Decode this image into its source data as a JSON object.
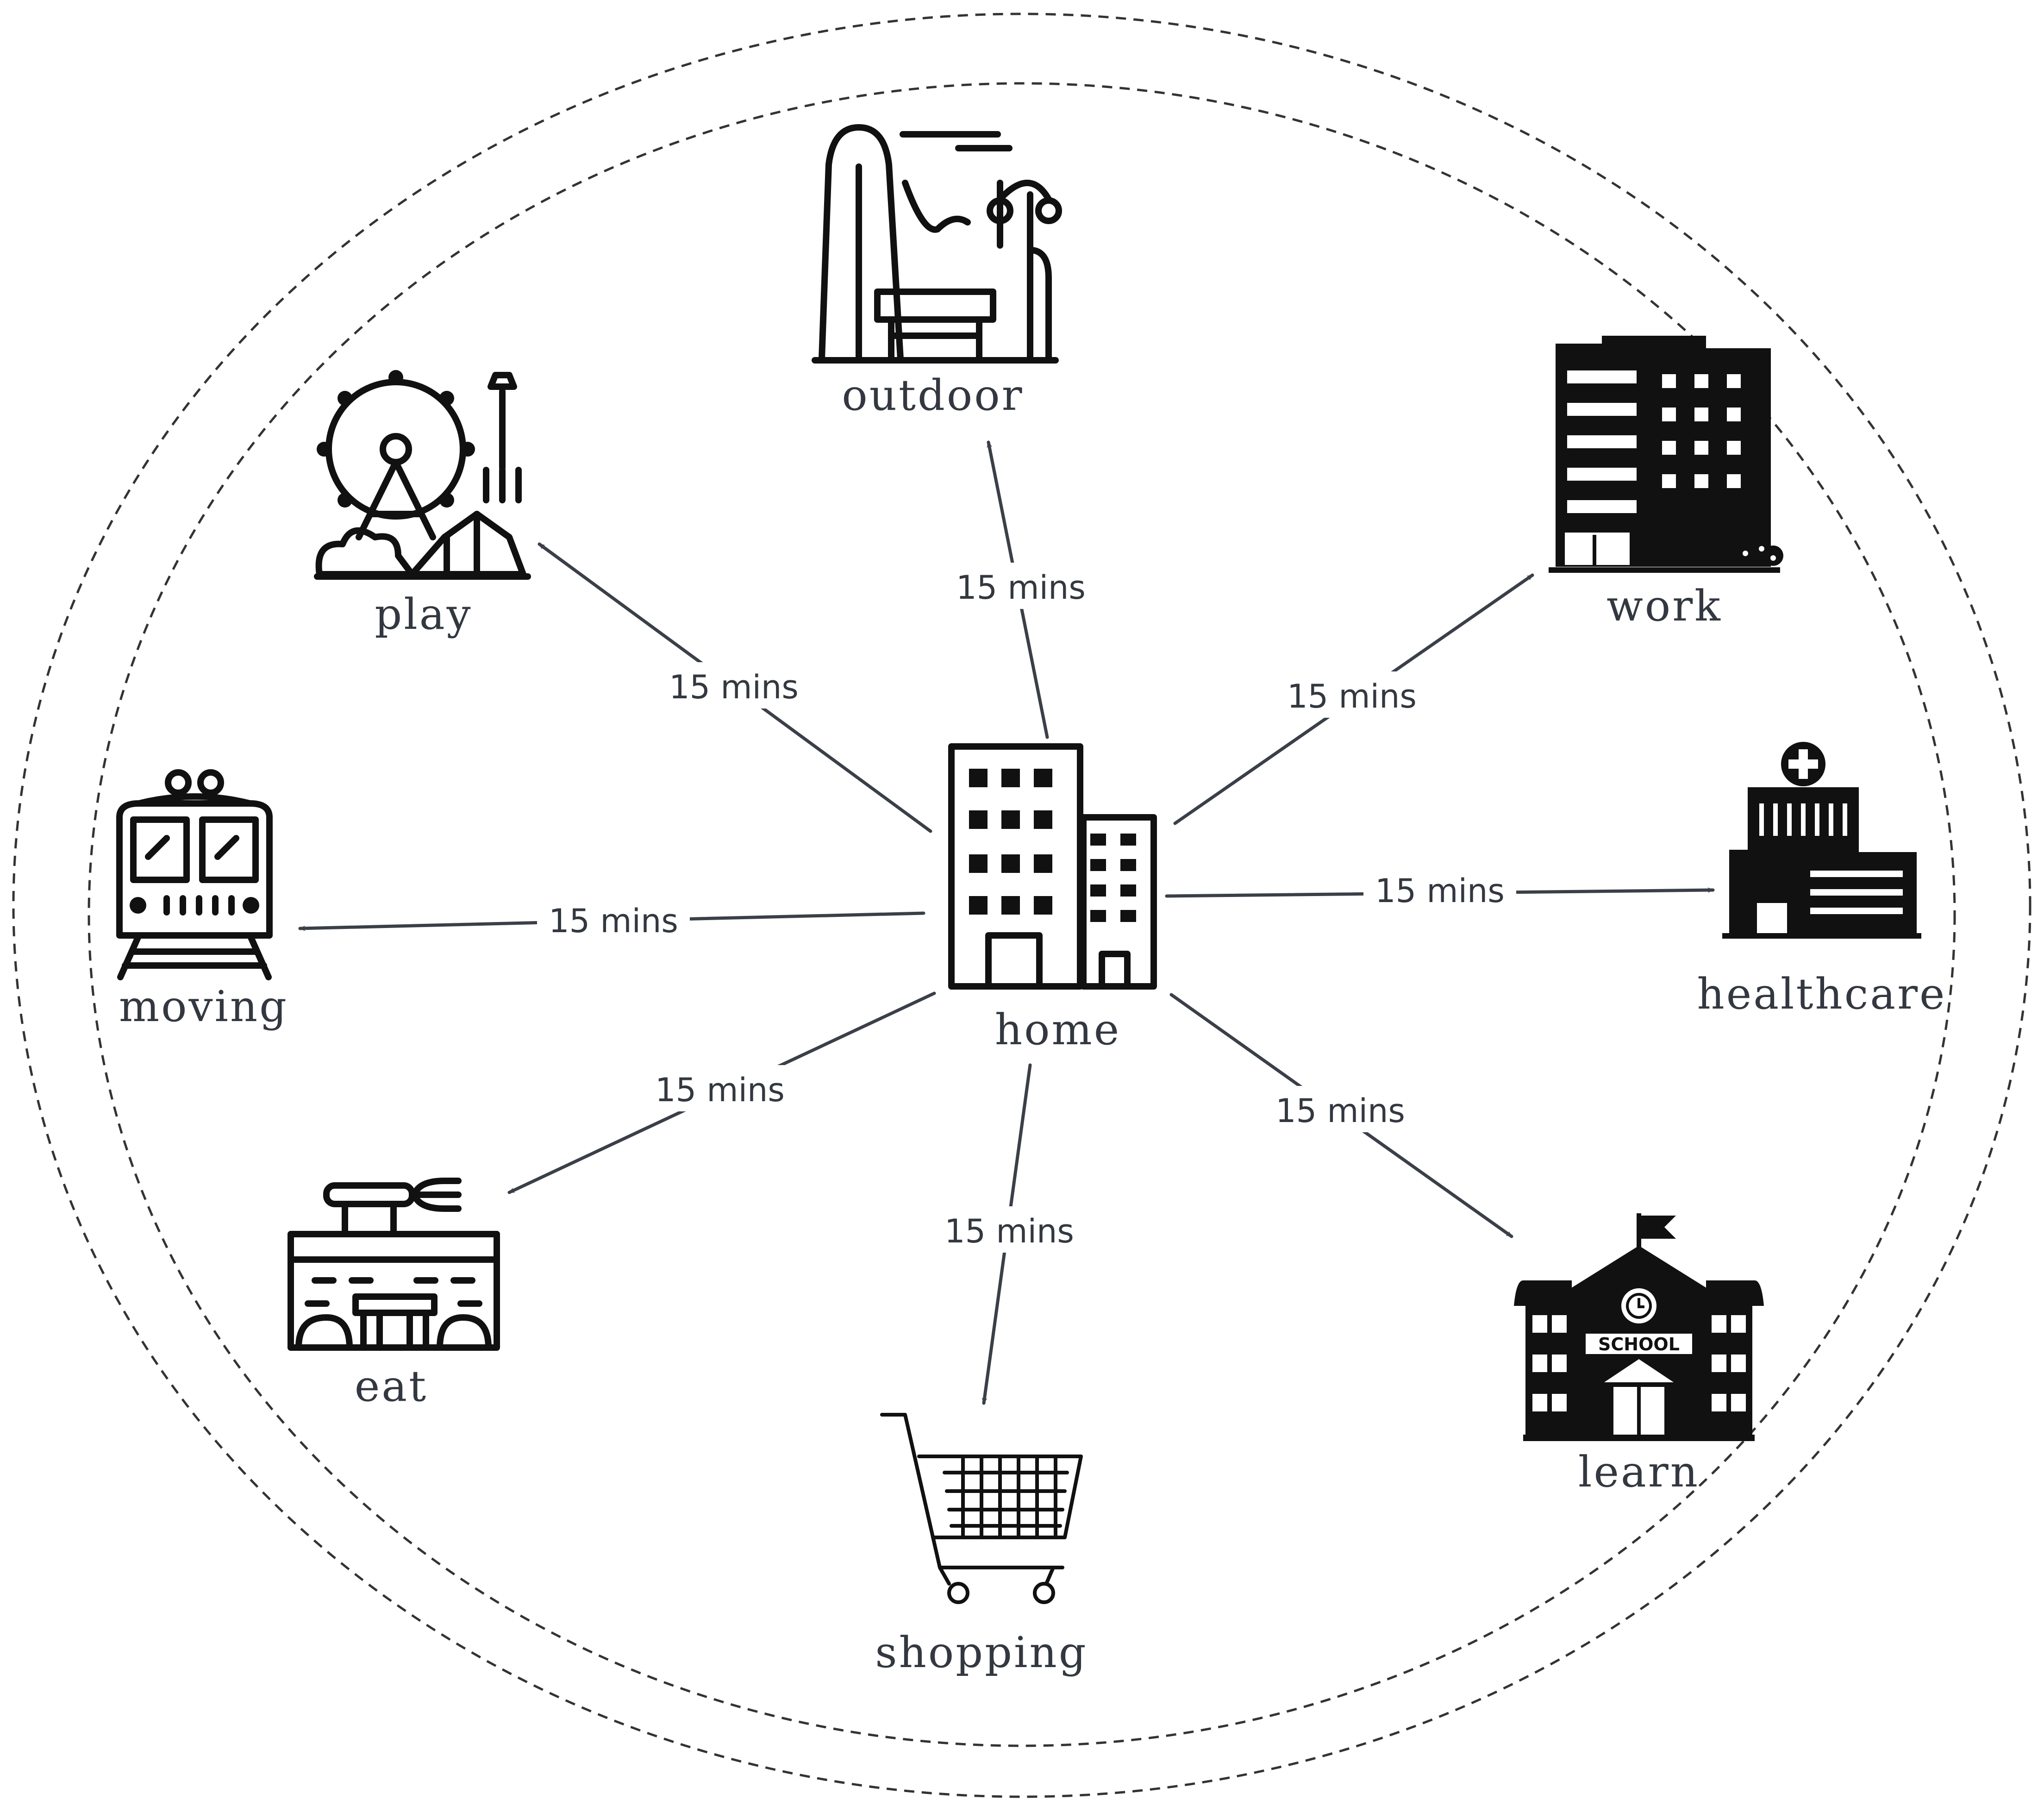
{
  "diagram": {
    "center": {
      "id": "home",
      "label": "home",
      "icon": "apartment-building-icon"
    },
    "nodes": [
      {
        "id": "outdoor",
        "label": "outdoor",
        "icon": "park-bench-icon"
      },
      {
        "id": "work",
        "label": "work",
        "icon": "office-building-icon"
      },
      {
        "id": "healthcare",
        "label": "healthcare",
        "icon": "hospital-icon"
      },
      {
        "id": "learn",
        "label": "learn",
        "icon": "school-icon"
      },
      {
        "id": "shopping",
        "label": "shopping",
        "icon": "shopping-cart-icon"
      },
      {
        "id": "eat",
        "label": "eat",
        "icon": "restaurant-icon"
      },
      {
        "id": "moving",
        "label": "moving",
        "icon": "train-icon"
      },
      {
        "id": "play",
        "label": "play",
        "icon": "amusement-park-icon"
      }
    ],
    "edges": [
      {
        "from": "home",
        "to": "outdoor",
        "label": "15 mins"
      },
      {
        "from": "home",
        "to": "work",
        "label": "15 mins"
      },
      {
        "from": "home",
        "to": "healthcare",
        "label": "15 mins"
      },
      {
        "from": "home",
        "to": "learn",
        "label": "15 mins"
      },
      {
        "from": "home",
        "to": "shopping",
        "label": "15 mins"
      },
      {
        "from": "home",
        "to": "eat",
        "label": "15 mins"
      },
      {
        "from": "home",
        "to": "moving",
        "label": "15 mins"
      },
      {
        "from": "home",
        "to": "play",
        "label": "15 mins"
      }
    ],
    "colors": {
      "ink": "#111111",
      "text": "#333840",
      "edge": "#3a3f48",
      "ring": "#333333"
    }
  }
}
